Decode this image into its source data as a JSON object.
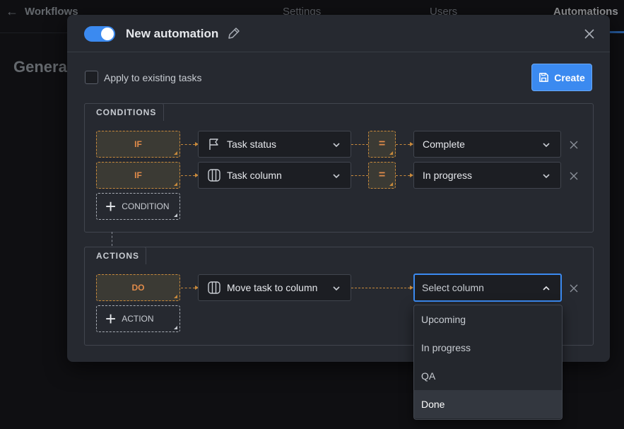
{
  "background": {
    "back_arrow": "←",
    "title": "Workflows",
    "tabs": [
      "Settings",
      "Users",
      "Automations"
    ],
    "active_tab": "Automations",
    "section_heading": "General"
  },
  "modal": {
    "title": "New automation",
    "toggle_on": true,
    "apply_label": "Apply to existing tasks",
    "create_label": "Create"
  },
  "conditions": {
    "section_label": "CONDITIONS",
    "rows": [
      {
        "keyword": "IF",
        "field": "Task status",
        "field_icon": "flag-icon",
        "operator": "=",
        "value": "Complete"
      },
      {
        "keyword": "IF",
        "field": "Task column",
        "field_icon": "columns-icon",
        "operator": "=",
        "value": "In progress"
      }
    ],
    "add_label": "CONDITION"
  },
  "actions": {
    "section_label": "ACTIONS",
    "rows": [
      {
        "keyword": "DO",
        "action": "Move task to column",
        "action_icon": "columns-icon",
        "value_placeholder": "Select column"
      }
    ],
    "add_label": "ACTION"
  },
  "dropdown": {
    "options": [
      "Upcoming",
      "In progress",
      "QA",
      "Done"
    ],
    "highlighted": "Done"
  },
  "colors": {
    "accent": "#3b8af0",
    "keyword": "#e08b4a",
    "modal_bg": "#262930"
  }
}
